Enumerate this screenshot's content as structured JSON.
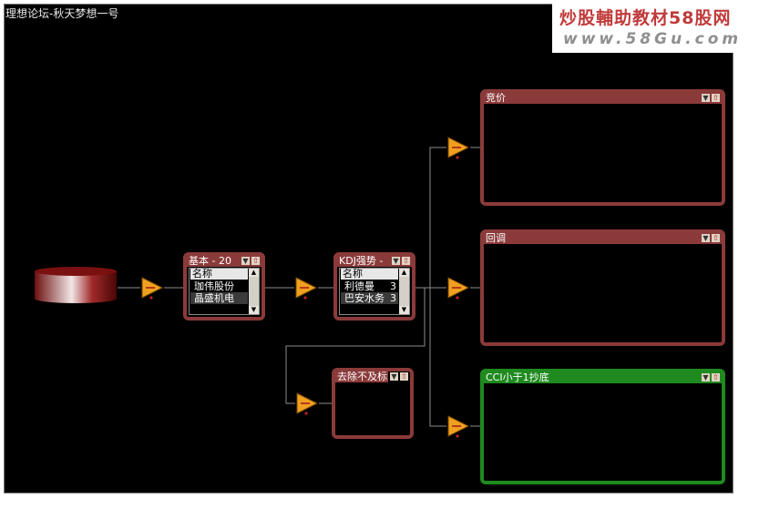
{
  "window": {
    "title": "理想论坛-秋天梦想一号"
  },
  "watermark": {
    "line1": "炒股輔助教材58股网",
    "line2": "www.58Gu.com"
  },
  "icons": {
    "source": "cylinder-icon",
    "filter": "triangle-filter-icon",
    "dropdown": "dropdown-arrow-icon",
    "collapse": "up-arrow-icon"
  },
  "colors": {
    "panel_border": "#8b3a3a",
    "panel_green": "#1f8a1f",
    "wire": "#8b8b8b",
    "amp": "#f0a020",
    "amp_dot": "#c02020",
    "background": "#000000"
  },
  "nodes": {
    "basic": {
      "title": "基本 - 20",
      "header": "名称",
      "rows": [
        {
          "name": "珈伟股份",
          "count": ""
        },
        {
          "name": "晶盛机电",
          "count": ""
        }
      ]
    },
    "kdj": {
      "title": "KDJ强势 -",
      "header": "名称",
      "rows": [
        {
          "name": "利德曼",
          "count": "3"
        },
        {
          "name": "巴安水务",
          "count": "3"
        }
      ]
    },
    "remove": {
      "title": "去除不及标"
    },
    "bid": {
      "title": "竞价"
    },
    "pullback": {
      "title": "回调"
    },
    "cci": {
      "title": "CCI小于1抄底"
    }
  }
}
